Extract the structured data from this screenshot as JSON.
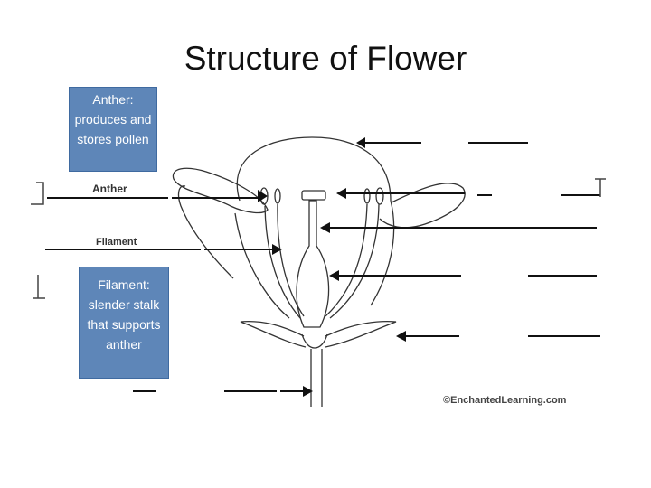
{
  "title": "Structure of Flower",
  "callouts": {
    "anther": "Anther: produces and stores pollen",
    "filament": "Filament: slender stalk that supports anther"
  },
  "diagram_labels": {
    "anther": "Anther",
    "filament": "Filament"
  },
  "credit": "©EnchantedLearning.com"
}
